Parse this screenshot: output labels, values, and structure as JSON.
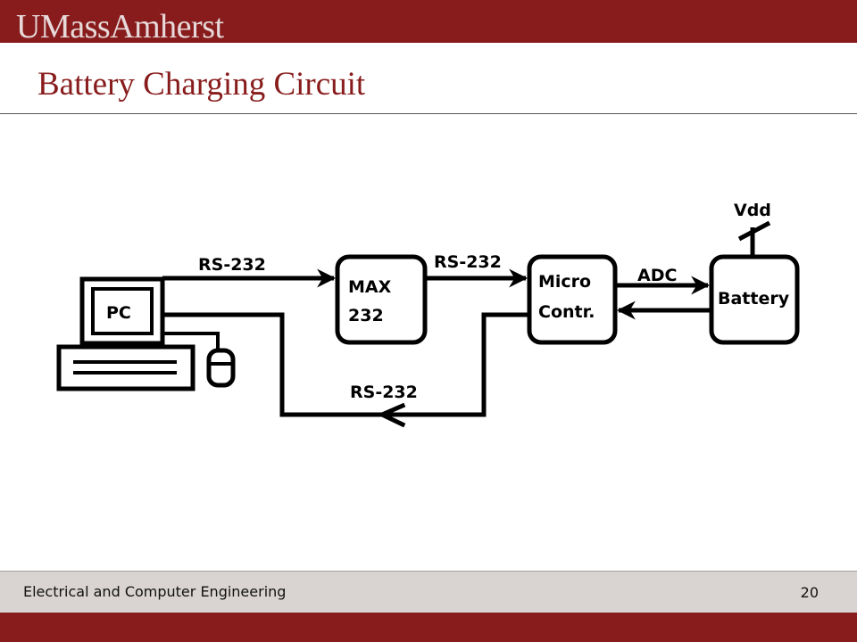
{
  "header": {
    "brand": "UMassAmherst"
  },
  "slide": {
    "title": "Battery Charging Circuit"
  },
  "diagram": {
    "blocks": {
      "pc": "PC",
      "max_line1": "MAX",
      "max_line2": "232",
      "micro_line1": "Micro",
      "micro_line2": "Contr.",
      "battery": "Battery",
      "vdd": "Vdd"
    },
    "links": {
      "pc_to_max": "RS-232",
      "max_to_micro": "RS-232",
      "micro_to_pc": "RS-232",
      "micro_battery": "ADC"
    }
  },
  "footer": {
    "department": "Electrical and Computer Engineering",
    "page_number": "20"
  },
  "colors": {
    "umass_maroon": "#881c1c",
    "footer_gray": "#d9d4d2"
  }
}
